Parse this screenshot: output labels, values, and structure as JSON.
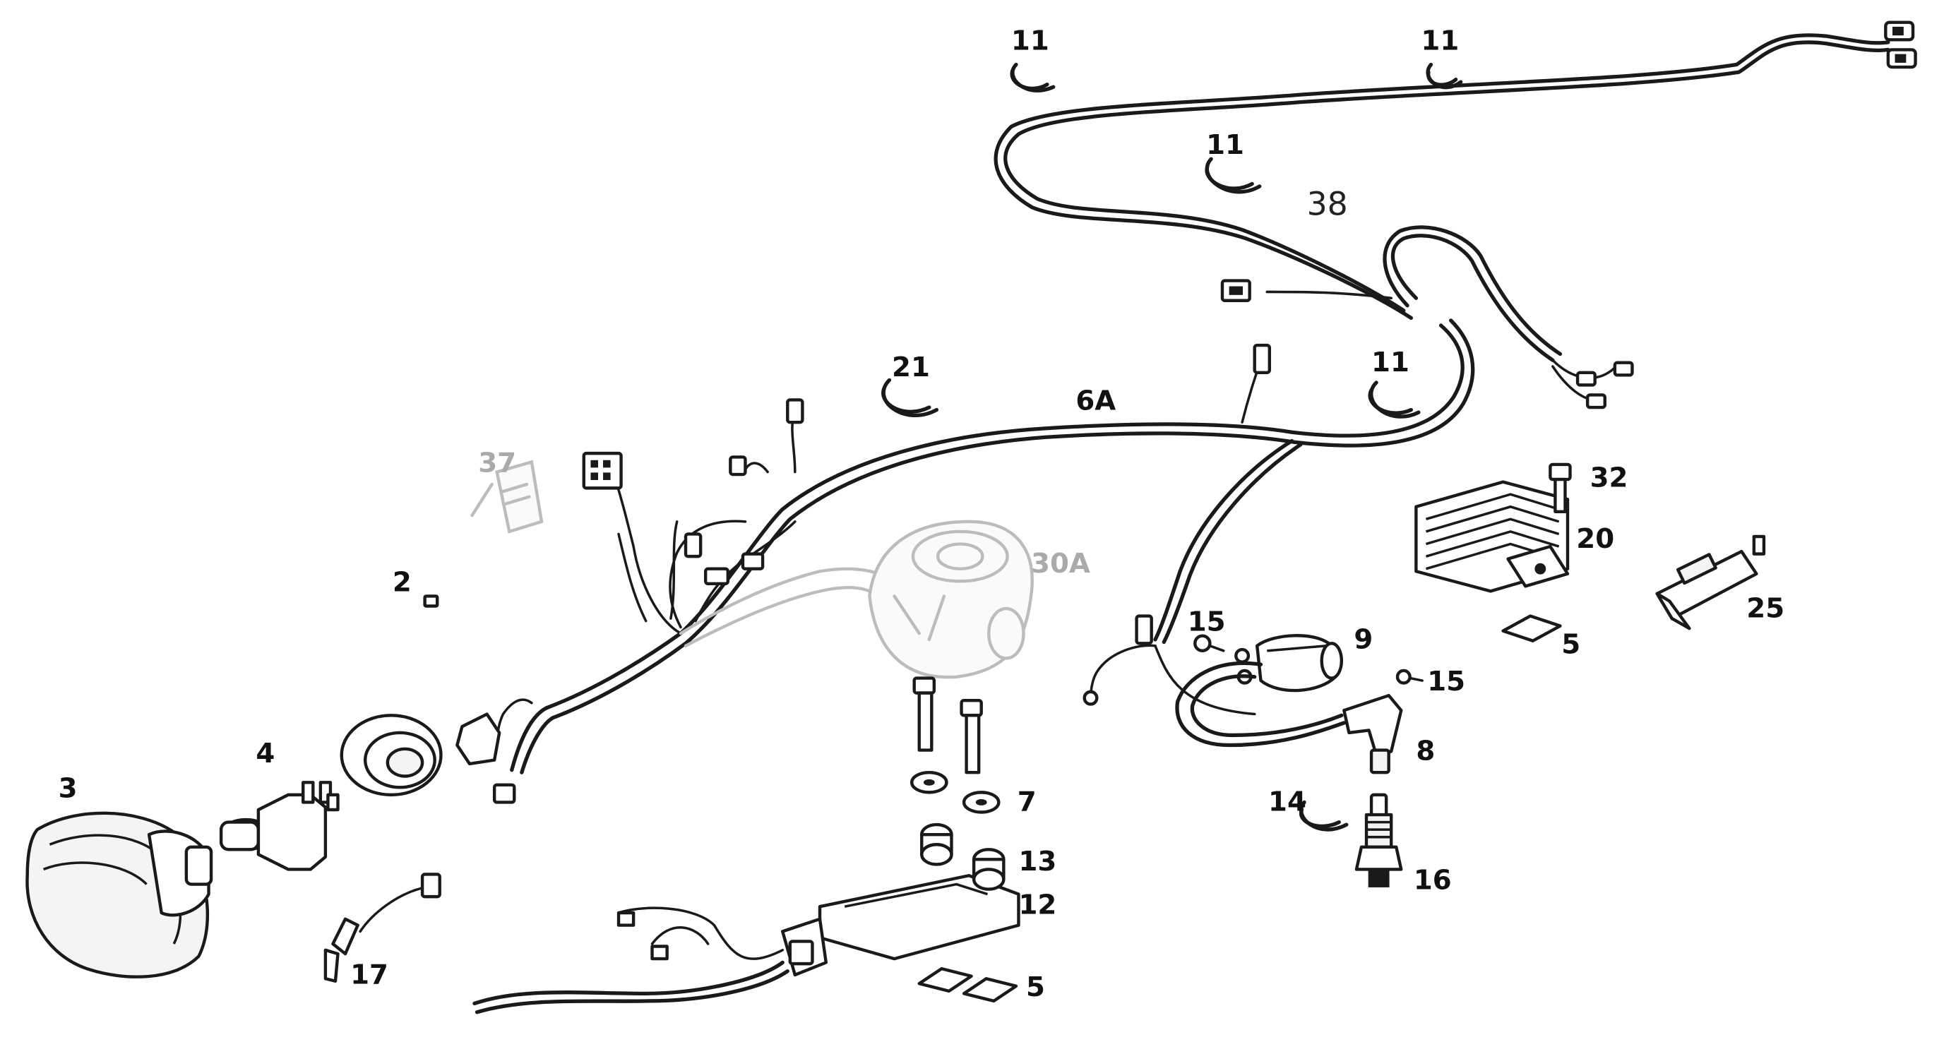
{
  "callouts": {
    "c_2": "2",
    "c_3": "3",
    "c_4": "4",
    "c_5a": "5",
    "c_5b": "5",
    "c_6a": "6A",
    "c_7": "7",
    "c_8": "8",
    "c_9": "9",
    "c_11a": "11",
    "c_11b": "11",
    "c_11c": "11",
    "c_11d": "11",
    "c_12": "12",
    "c_13": "13",
    "c_14": "14",
    "c_15a": "15",
    "c_15b": "15",
    "c_16": "16",
    "c_17": "17",
    "c_20": "20",
    "c_21": "21",
    "c_25": "25",
    "c_30a": "30A",
    "c_32": "32",
    "c_37": "37",
    "c_38": "38"
  },
  "colors": {
    "line": "#1a1a1a",
    "ghost_part": "#bcbcbc",
    "background": "#ffffff"
  }
}
